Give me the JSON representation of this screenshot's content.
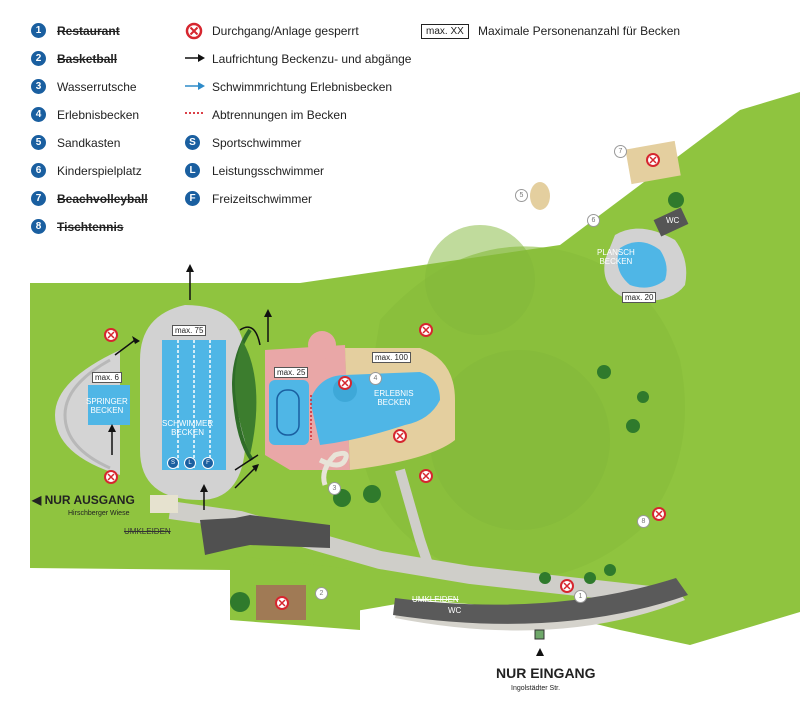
{
  "legend": {
    "facilities": [
      {
        "num": "1",
        "label": "Restaurant",
        "closed": true
      },
      {
        "num": "2",
        "label": "Basketball",
        "closed": true
      },
      {
        "num": "3",
        "label": "Wasserrutsche",
        "closed": false
      },
      {
        "num": "4",
        "label": "Erlebnisbecken",
        "closed": false
      },
      {
        "num": "5",
        "label": "Sandkasten",
        "closed": false
      },
      {
        "num": "6",
        "label": "Kinderspielplatz",
        "closed": false
      },
      {
        "num": "7",
        "label": "Beachvolleyball",
        "closed": true
      },
      {
        "num": "8",
        "label": "Tischtennis",
        "closed": true
      }
    ],
    "symbols": [
      {
        "icon": "closed-x-icon",
        "label": "Durchgang/Anlage gesperrt"
      },
      {
        "icon": "black-arrow-icon",
        "label": "Laufrichtung Beckenzu- und abgänge"
      },
      {
        "icon": "blue-arrow-icon",
        "label": "Schwimmrichtung Erlebnisbecken"
      },
      {
        "icon": "red-dotted-line-icon",
        "label": "Abtrennungen im Becken"
      },
      {
        "icon": "S",
        "label": "Sportschwimmer"
      },
      {
        "icon": "L",
        "label": "Leistungsschwimmer"
      },
      {
        "icon": "F",
        "label": "Freizeitschwimmer"
      }
    ],
    "max_box": "max. XX",
    "max_label": "Maximale Personenanzahl für Becken"
  },
  "map": {
    "pools": {
      "springer": {
        "label_1": "SPRINGER",
        "label_2": "BECKEN",
        "max": "max. 6"
      },
      "schwimmer": {
        "label_1": "SCHWIMMER",
        "label_2": "BECKEN",
        "max": "max. 75"
      },
      "nichtschwimmer": {
        "max": "max. 25"
      },
      "erlebnis": {
        "label_1": "ERLEBNIS",
        "label_2": "BECKEN",
        "max": "max. 100"
      },
      "plansch": {
        "label_1": "PLANSCH",
        "label_2": "BECKEN",
        "max": "max. 20"
      }
    },
    "lanes": [
      "S",
      "L",
      "F"
    ],
    "exit": {
      "label": "NUR AUSGANG",
      "sub": "Hirschberger Wiese"
    },
    "entrance": {
      "label": "NUR EINGANG",
      "sub": "Ingolstädter Str."
    },
    "umkleiden_1": "UMKLEIDEN",
    "umkleiden_2": "UMKLEIDEN",
    "wc_1": "WC",
    "wc_2": "WC",
    "markers": [
      "1",
      "2",
      "3",
      "4",
      "5",
      "6",
      "7",
      "8"
    ]
  },
  "colors": {
    "grass": "#8fc43f",
    "grass_dark": "#7db236",
    "path": "#c9c8c3",
    "water": "#4fb6e6",
    "deck_pink": "#e9a7a7",
    "deck_beige": "#e4cf9f",
    "legend_blue": "#1a5fa0",
    "closed_red": "#d6262f"
  }
}
